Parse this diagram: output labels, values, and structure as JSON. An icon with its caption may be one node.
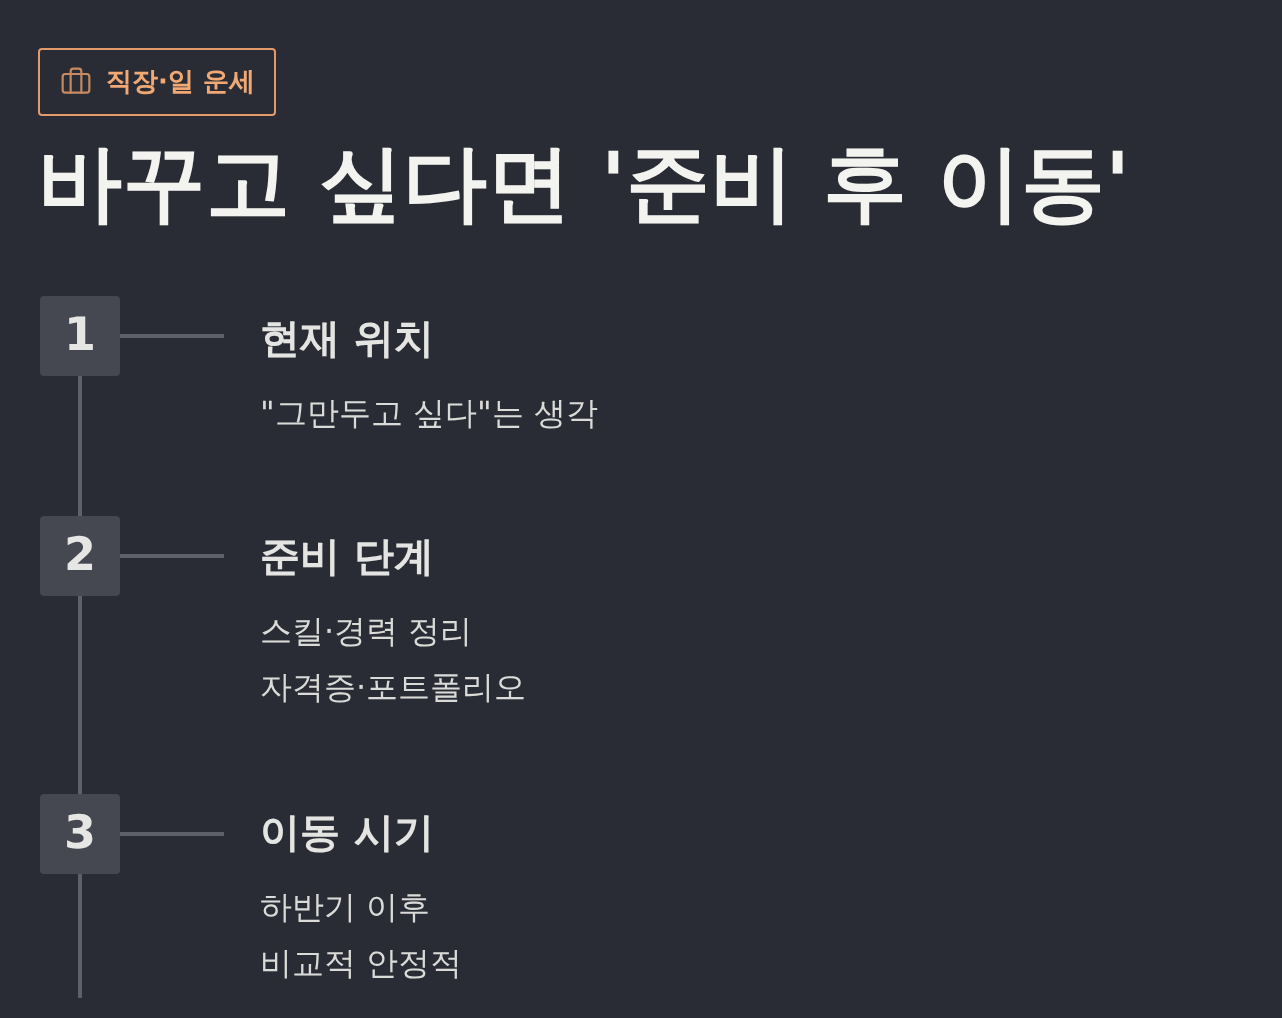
{
  "diagram": {
    "title": "바꾸고 싶다면 '준비 후 이동'",
    "nodes": [
      {
        "text": [
          "직장·일 운세"
        ]
      },
      {
        "text": [
          "1"
        ]
      },
      {
        "text": [
          "현재 위치",
          "\"그만두고 싶다\"는 생각"
        ]
      },
      {
        "text": [
          "2"
        ]
      },
      {
        "text": [
          "준비 단계",
          "스킬·경력 정리",
          "자격증·포트폴리오"
        ]
      },
      {
        "text": [
          "3"
        ]
      },
      {
        "text": [
          "이동 시기",
          "하반기 이후",
          "비교적 안정적"
        ]
      }
    ],
    "edges": [
      {
        "from": 1,
        "to": 2,
        "arrow": "none"
      },
      {
        "from": 1,
        "to": 3,
        "arrow": "none"
      },
      {
        "from": 3,
        "to": 4,
        "arrow": "none"
      },
      {
        "from": 3,
        "to": 5,
        "arrow": "none"
      },
      {
        "from": 5,
        "to": 6,
        "arrow": "none"
      },
      {
        "from": 5,
        "to": null,
        "arrow": "none"
      }
    ]
  }
}
